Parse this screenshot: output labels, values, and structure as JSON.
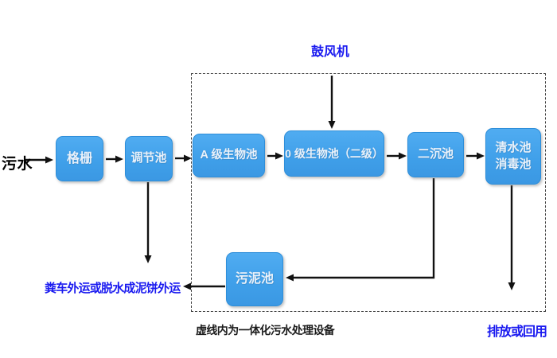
{
  "diagram": {
    "influent_label": "污水",
    "blower_label": "鼓风机",
    "nodes": {
      "grille": {
        "label": "格栅"
      },
      "regulating_tank": {
        "label": "调节池"
      },
      "a_bio_tank": {
        "label": "A 级生物池"
      },
      "o_bio_tank": {
        "label": "0 级生物池（二级）"
      },
      "secondary_sedimentation_tank": {
        "label": "二沉池"
      },
      "clear_water_tank": {
        "line1": "清水池",
        "line2": "消毒池"
      },
      "sludge_tank": {
        "label": "污泥池"
      }
    },
    "outputs": {
      "sludge_disposal": "粪车外运或脱水成泥饼外运",
      "effluent": "排放或回用"
    },
    "boundary_caption": "虚线内为一体化污水处理设备",
    "colors": {
      "node_fill": "#3f9fe9",
      "node_border": "#2e8ed9",
      "node_text": "#e9f1fa",
      "accent_blue_text": "#1a1af0",
      "arrow": "#111111",
      "boundary_dash": "#3c3c3c"
    }
  }
}
